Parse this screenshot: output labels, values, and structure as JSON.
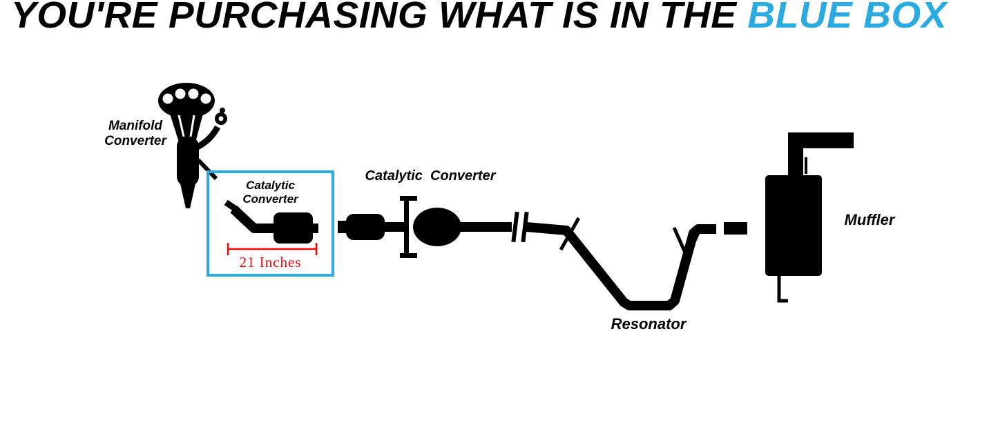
{
  "title": {
    "prefix": "YOU'RE PURCHASING WHAT IS IN THE ",
    "highlight": "BLUE BOX"
  },
  "colors": {
    "highlight": "#29abe2",
    "box-border": "#29abe2",
    "diagram": "#000000",
    "measure": "#ff0000",
    "label": "#000000",
    "background": "#ffffff"
  },
  "diagram": {
    "labels": {
      "manifold_converter": "Manifold\nConverter",
      "boxed_catalytic_converter": "Catalytic\nConverter",
      "mid_catalytic_converter": "Catalytic  Converter",
      "resonator": "Resonator",
      "muffler": "Muffler"
    },
    "measurement": {
      "length_label": "21 Inches"
    }
  }
}
